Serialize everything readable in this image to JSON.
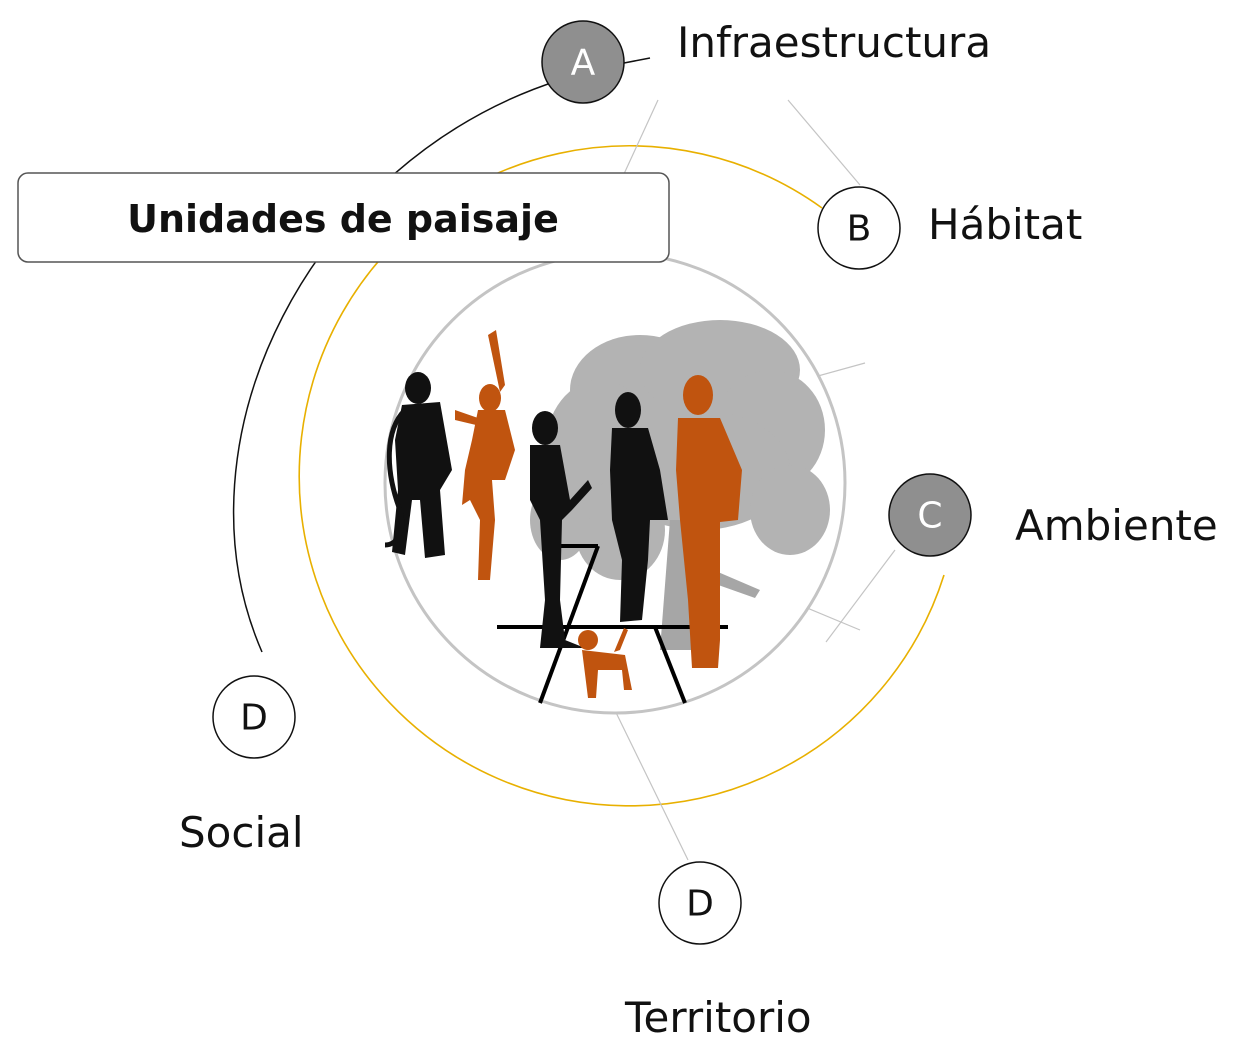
{
  "title": "Unidades de paisaje",
  "nodes": [
    {
      "letter": "A",
      "label": "Infraestructura",
      "style": "filled"
    },
    {
      "letter": "B",
      "label": "Hábitat",
      "style": "outline"
    },
    {
      "letter": "C",
      "label": "Ambiente",
      "style": "filled"
    },
    {
      "letter": "D",
      "label": "Social",
      "style": "outline"
    },
    {
      "letter": "D",
      "label": "Territorio",
      "style": "outline"
    }
  ],
  "colors": {
    "accent_orange": "#c0540f",
    "ring_yellow": "#e8b000",
    "ring_gray": "#c4c4c4",
    "node_fill_gray": "#8f8f8f",
    "silhouette_black": "#111111",
    "tree_gray": "#b3b3b3"
  }
}
